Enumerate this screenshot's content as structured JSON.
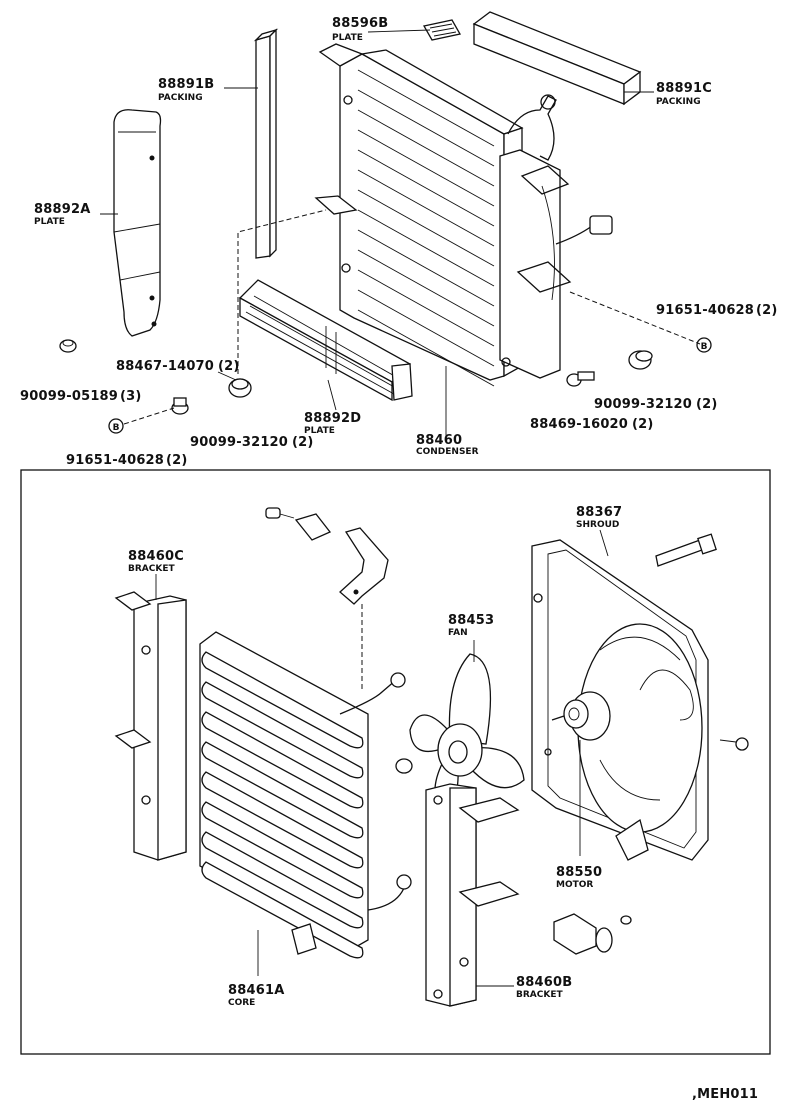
{
  "diagram": {
    "code": ",MEH011",
    "callouts": {
      "plate_88596b": {
        "part_no": "88596B",
        "name": "PLATE"
      },
      "packing_88891b": {
        "part_no": "88891B",
        "name": "PACKING"
      },
      "packing_88891c": {
        "part_no": "88891C",
        "name": "PACKING"
      },
      "plate_88892a": {
        "part_no": "88892A",
        "name": "PLATE"
      },
      "bolt_91651_right": {
        "part_no": "91651-40628",
        "qty": "(2)"
      },
      "nut_90099_05189": {
        "part_no": "90099-05189",
        "qty": "(3)"
      },
      "bolt_88467_14070": {
        "part_no": "88467-14070",
        "qty": "(2)"
      },
      "plate_88892d": {
        "part_no": "88892D",
        "name": "PLATE"
      },
      "condenser_88460": {
        "part_no": "88460",
        "name": "CONDENSER"
      },
      "bolt_88469_16020": {
        "part_no": "88469-16020",
        "qty": "(2)"
      },
      "cushion_90099_right": {
        "part_no": "90099-32120",
        "qty": "(2)"
      },
      "cushion_90099_left": {
        "part_no": "90099-32120",
        "qty": "(2)"
      },
      "bolt_91651_left": {
        "part_no": "91651-40628",
        "qty": "(2)"
      },
      "bracket_88460c": {
        "part_no": "88460C",
        "name": "BRACKET"
      },
      "shroud_88367": {
        "part_no": "88367",
        "name": "SHROUD"
      },
      "fan_88453": {
        "part_no": "88453",
        "name": "FAN"
      },
      "motor_88550": {
        "part_no": "88550",
        "name": "MOTOR"
      },
      "core_88461a": {
        "part_no": "88461A",
        "name": "CORE"
      },
      "bracket_88460b": {
        "part_no": "88460B",
        "name": "BRACKET"
      }
    },
    "markers": {
      "circled_b": "B"
    }
  }
}
